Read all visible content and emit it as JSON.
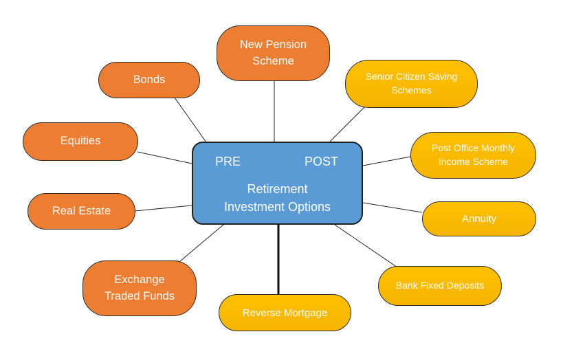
{
  "center": {
    "pre_label": "PRE",
    "post_label": "POST",
    "title_line1": "Retirement",
    "title_line2": "Investment  Options"
  },
  "pre_options": {
    "new_pension": [
      "New Pension",
      "Scheme"
    ],
    "bonds": "Bonds",
    "equities": "Equities",
    "real_estate": "Real Estate",
    "etf": [
      "Exchange",
      "Traded Funds"
    ]
  },
  "post_options": {
    "scss": [
      "Senior Citizen Saving",
      "Schemes"
    ],
    "pomis": [
      "Post Office Monthly",
      "Income Scheme"
    ],
    "annuity": "Annuity",
    "bank_fd": "Bank Fixed Deposits",
    "reverse_mortgage": "Reverse Mortgage"
  },
  "colors": {
    "pre": "#ED7D31",
    "post": "#FFC000",
    "center": "#5B9BD5"
  }
}
